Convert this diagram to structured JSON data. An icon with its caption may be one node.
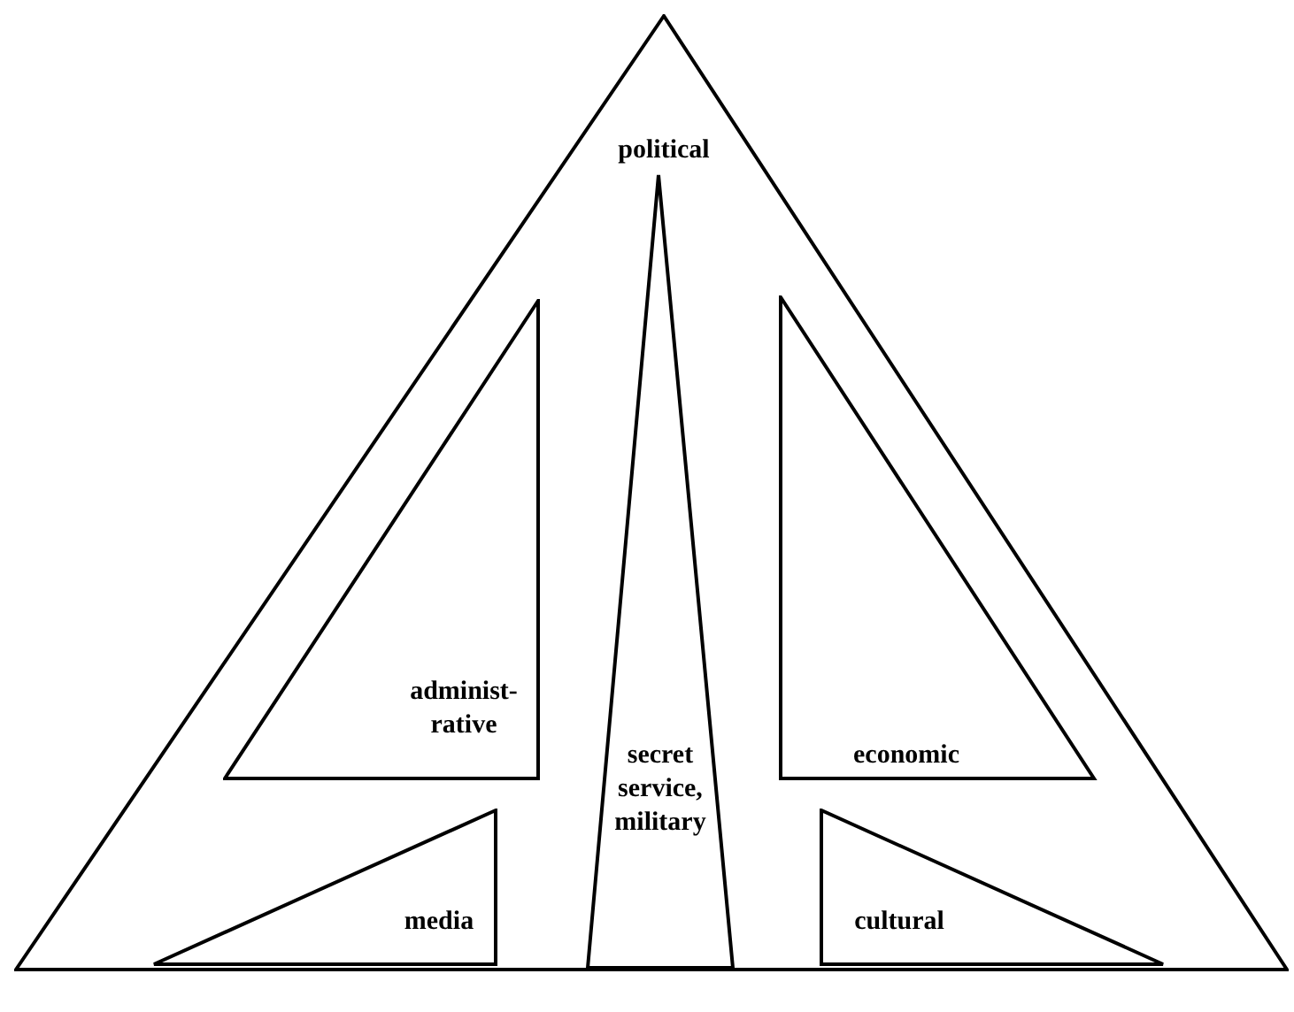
{
  "diagram": {
    "nodes": [
      {
        "text": [
          "political"
        ]
      },
      {
        "text": [
          "administ-rative"
        ],
        "in": 0
      },
      {
        "text": [
          "secret service, military"
        ],
        "in": 0
      },
      {
        "text": [
          "economic"
        ],
        "in": 0
      },
      {
        "text": [
          "media"
        ],
        "in": 0
      },
      {
        "text": [
          "cultural"
        ],
        "in": 0
      }
    ]
  }
}
